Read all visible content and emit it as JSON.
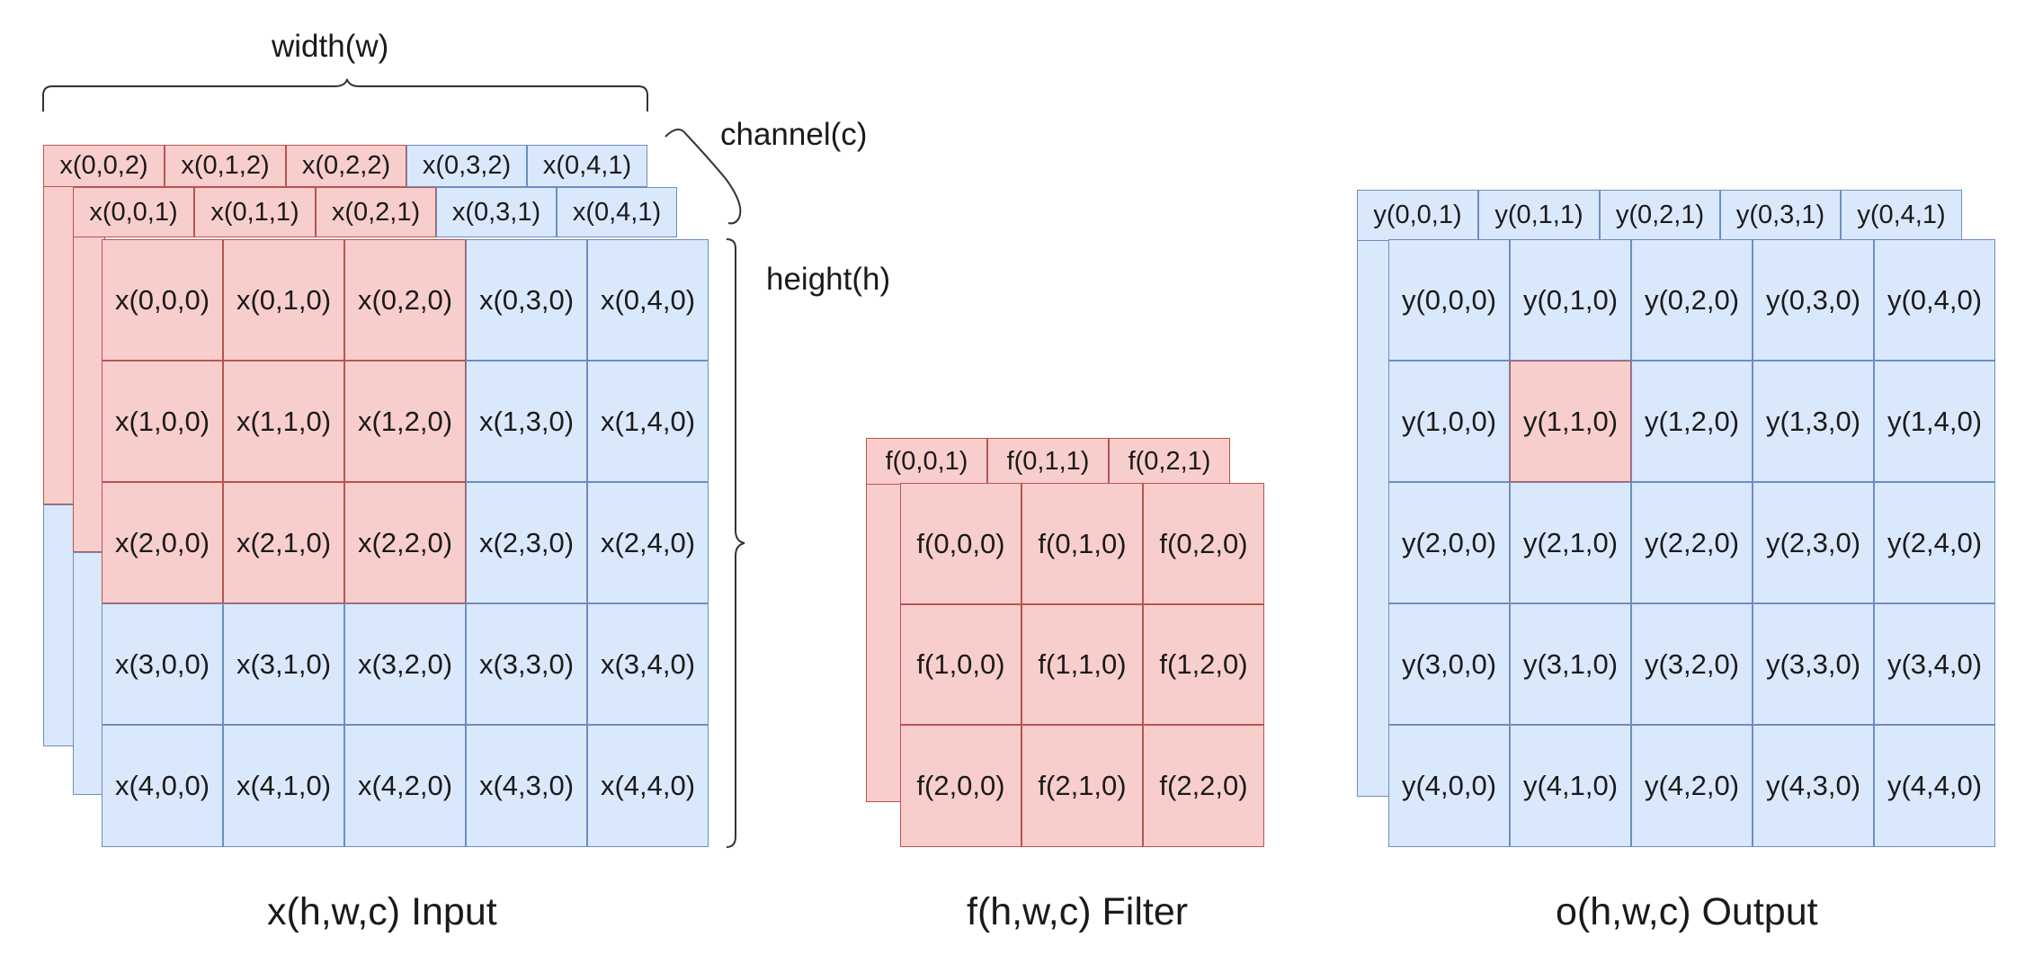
{
  "input": {
    "label_width": "width(w)",
    "label_channel": "channel(c)",
    "label_height": "height(h)",
    "caption": "x(h,w,c) Input",
    "channel2_row": [
      "x(0,0,2)",
      "x(0,1,2)",
      "x(0,2,2)",
      "x(0,3,2)",
      "x(0,4,1)"
    ],
    "channel1_row": [
      "x(0,0,1)",
      "x(0,1,1)",
      "x(0,2,1)",
      "x(0,3,1)",
      "x(0,4,1)"
    ],
    "grid": [
      [
        "x(0,0,0)",
        "x(0,1,0)",
        "x(0,2,0)",
        "x(0,3,0)",
        "x(0,4,0)"
      ],
      [
        "x(1,0,0)",
        "x(1,1,0)",
        "x(1,2,0)",
        "x(1,3,0)",
        "x(1,4,0)"
      ],
      [
        "x(2,0,0)",
        "x(2,1,0)",
        "x(2,2,0)",
        "x(2,3,0)",
        "x(2,4,0)"
      ],
      [
        "x(3,0,0)",
        "x(3,1,0)",
        "x(3,2,0)",
        "x(3,3,0)",
        "x(3,4,0)"
      ],
      [
        "x(4,0,0)",
        "x(4,1,0)",
        "x(4,2,0)",
        "x(4,3,0)",
        "x(4,4,0)"
      ]
    ]
  },
  "filter": {
    "caption": "f(h,w,c) Filter",
    "channel1_row": [
      "f(0,0,1)",
      "f(0,1,1)",
      "f(0,2,1)"
    ],
    "grid": [
      [
        "f(0,0,0)",
        "f(0,1,0)",
        "f(0,2,0)"
      ],
      [
        "f(1,0,0)",
        "f(1,1,0)",
        "f(1,2,0)"
      ],
      [
        "f(2,0,0)",
        "f(2,1,0)",
        "f(2,2,0)"
      ]
    ]
  },
  "output": {
    "caption": "o(h,w,c) Output",
    "channel1_row": [
      "y(0,0,1)",
      "y(0,1,1)",
      "y(0,2,1)",
      "y(0,3,1)",
      "y(0,4,1)"
    ],
    "grid": [
      [
        "y(0,0,0)",
        "y(0,1,0)",
        "y(0,2,0)",
        "y(0,3,0)",
        "y(0,4,0)"
      ],
      [
        "y(1,0,0)",
        "y(1,1,0)",
        "y(1,2,0)",
        "y(1,3,0)",
        "y(1,4,0)"
      ],
      [
        "y(2,0,0)",
        "y(2,1,0)",
        "y(2,2,0)",
        "y(2,3,0)",
        "y(2,4,0)"
      ],
      [
        "y(3,0,0)",
        "y(3,1,0)",
        "y(3,2,0)",
        "y(3,3,0)",
        "y(3,4,0)"
      ],
      [
        "y(4,0,0)",
        "y(4,1,0)",
        "y(4,2,0)",
        "y(4,3,0)",
        "y(4,4,0)"
      ]
    ]
  },
  "colors": {
    "blue_fill": "#dae8fc",
    "blue_stroke": "#6c8ebf",
    "red_fill": "#f8cecc",
    "red_stroke": "#b85450"
  }
}
